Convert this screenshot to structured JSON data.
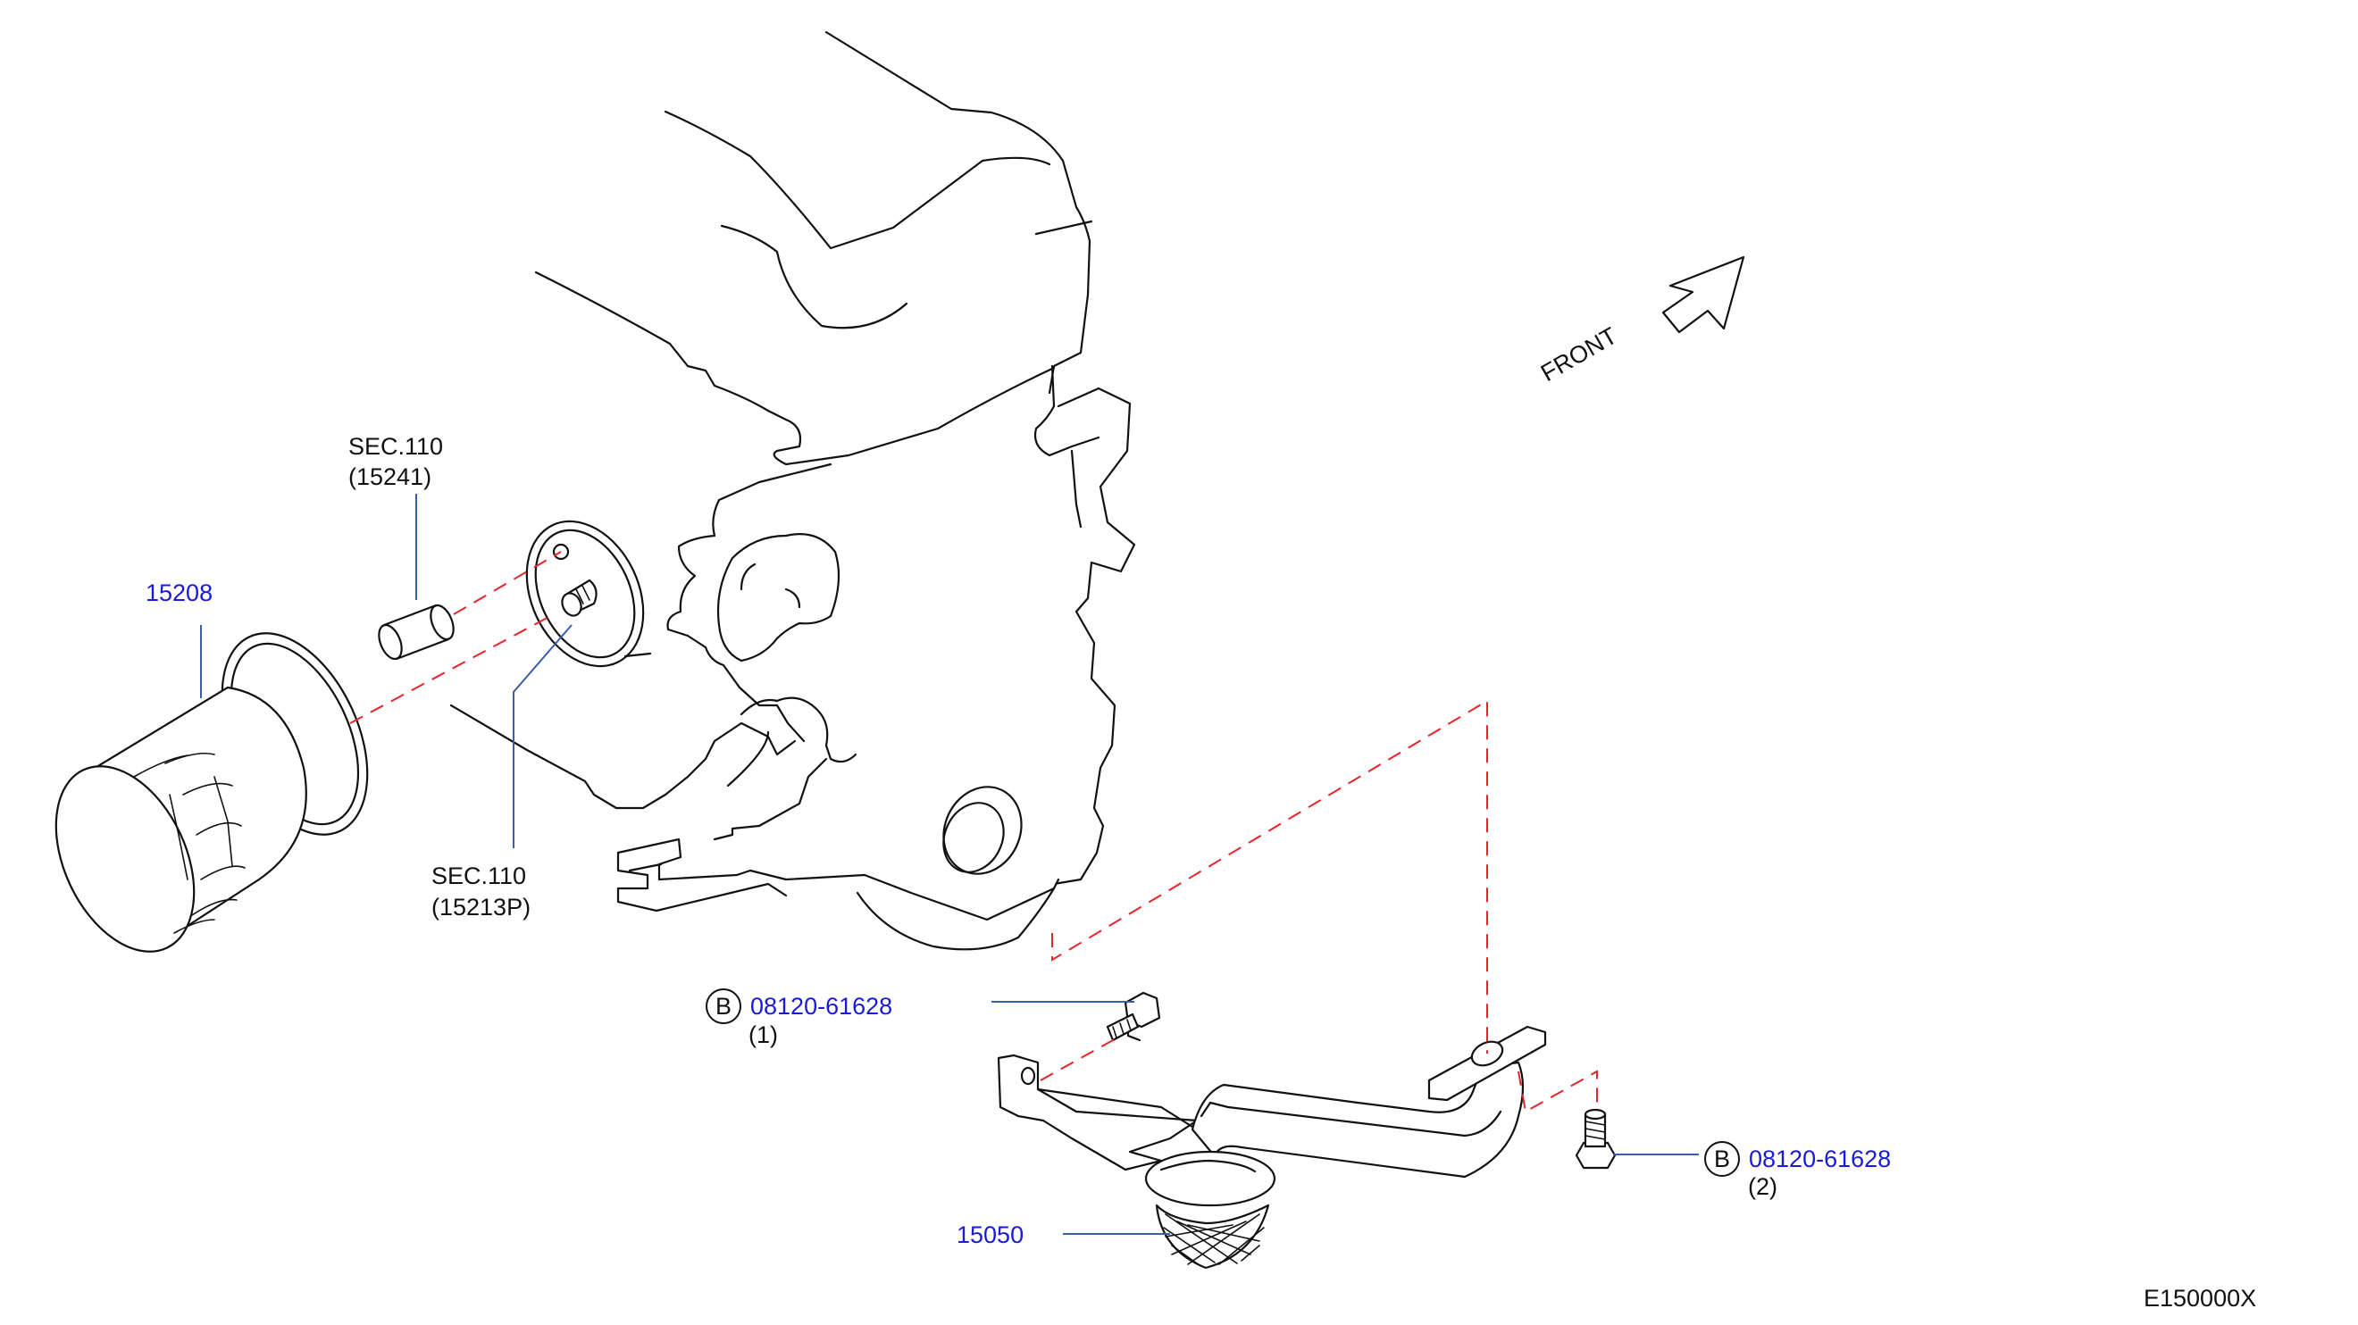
{
  "diagram_id": "E150000X",
  "front_indicator": {
    "label": "FRONT",
    "icon": "hollow-arrow-icon"
  },
  "callouts": {
    "oil_filter": {
      "part_no": "15208"
    },
    "connector": {
      "section": "SEC.110",
      "part_ref": "(15241)"
    },
    "filter_bracket": {
      "section": "SEC.110",
      "part_ref": "(15213P)"
    },
    "strainer": {
      "part_no": "15050"
    },
    "bolt_1": {
      "marker": "B",
      "part_no": "08120-61628",
      "qty": "(1)"
    },
    "bolt_2": {
      "marker": "B",
      "part_no": "08120-61628",
      "qty": "(2)"
    }
  },
  "colors": {
    "part_number_text": "#1a1adb",
    "reference_text": "#111111",
    "leader_line": "#3a5fa8",
    "installation_dash": "#e8232a",
    "outline": "#111111"
  }
}
